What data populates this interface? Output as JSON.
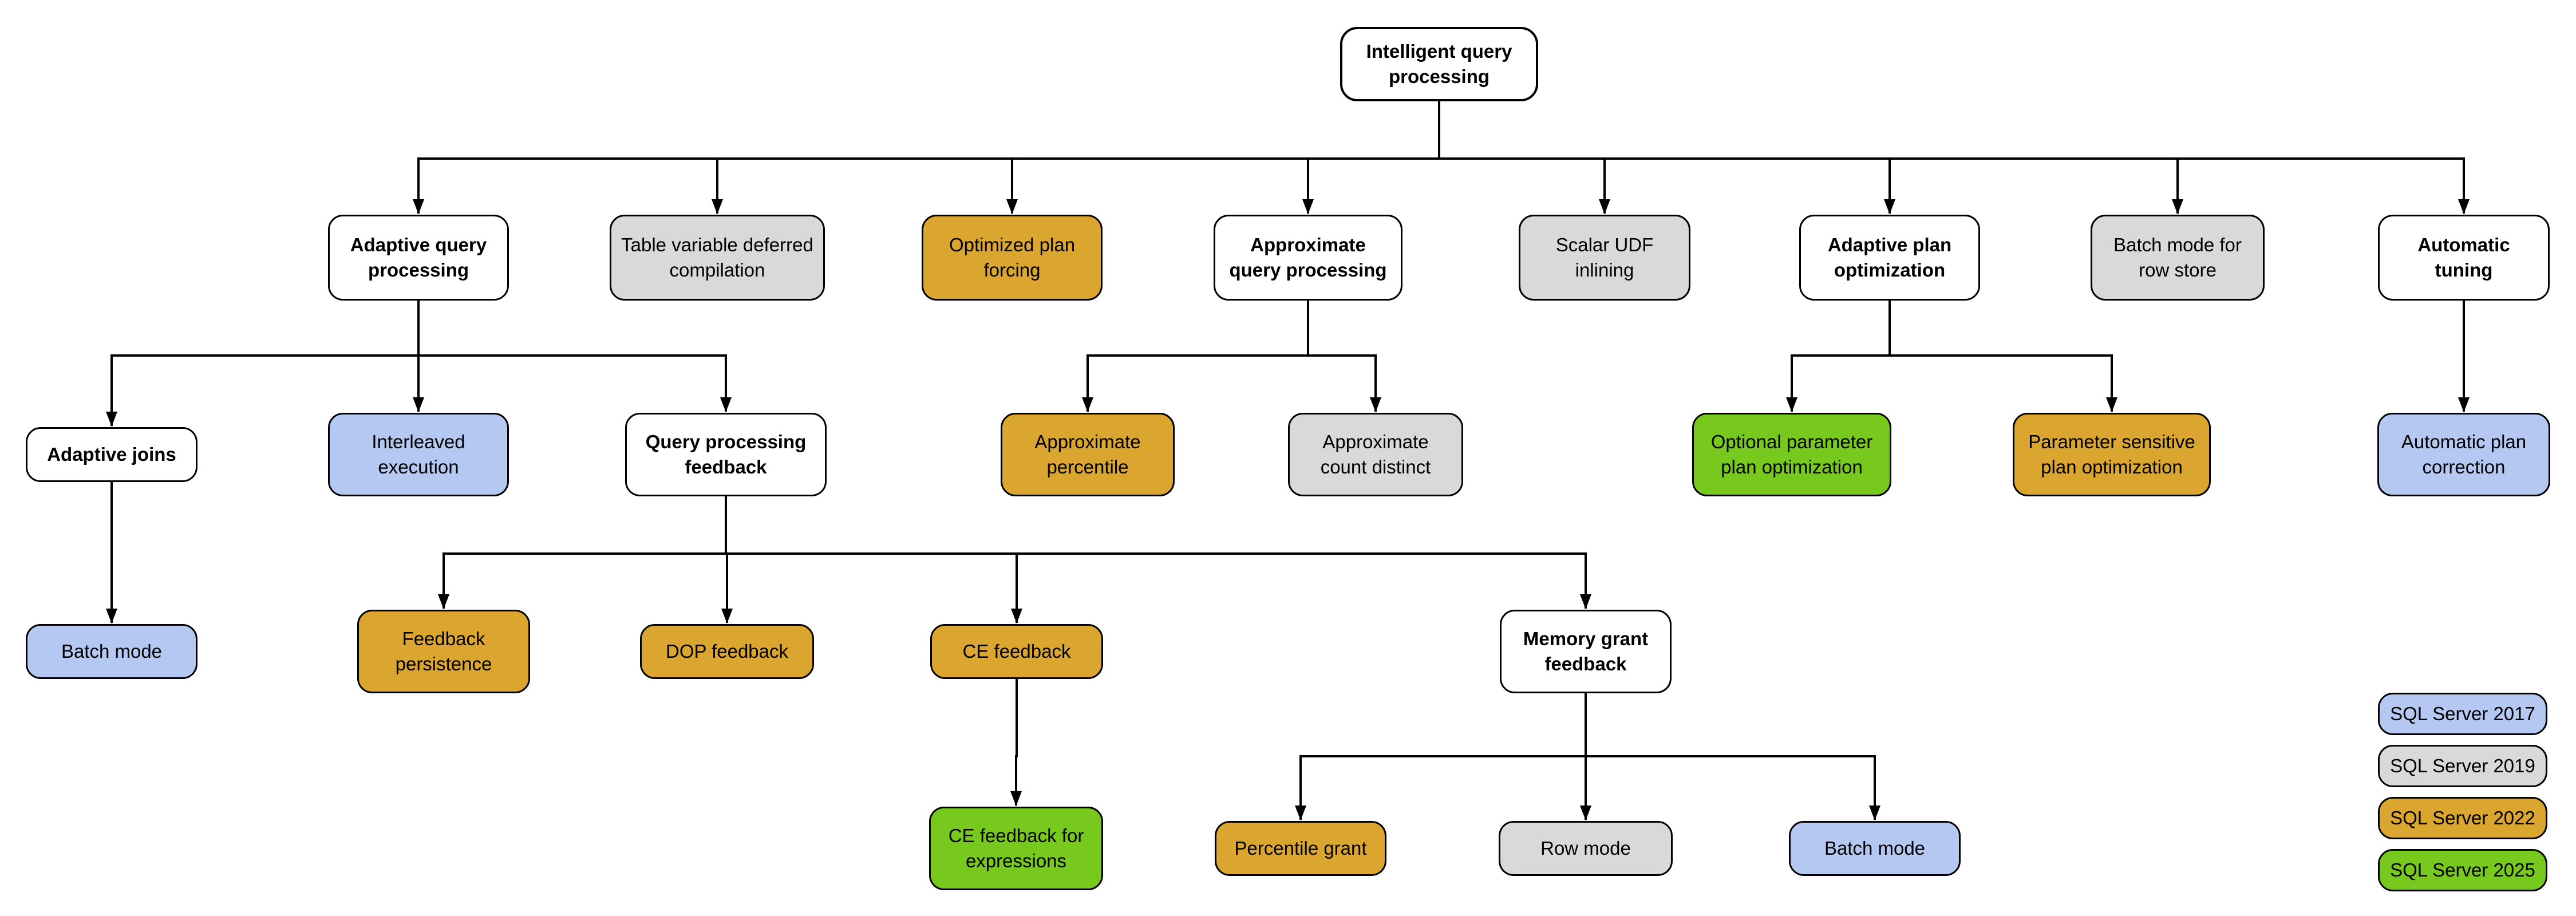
{
  "diagram": {
    "nodes": [
      {
        "id": "iqp",
        "label": "Intelligent query processing",
        "category": "parent"
      },
      {
        "id": "aqp",
        "label": "Adaptive query processing",
        "category": "parent"
      },
      {
        "id": "tvdc",
        "label": "Table variable deferred compilation",
        "category": "v2019"
      },
      {
        "id": "opf",
        "label": "Optimized plan forcing",
        "category": "v2022"
      },
      {
        "id": "aqproc",
        "label": "Approximate query processing",
        "category": "parent"
      },
      {
        "id": "sudf",
        "label": "Scalar UDF inlining",
        "category": "v2019"
      },
      {
        "id": "apo",
        "label": "Adaptive plan optimization",
        "category": "parent"
      },
      {
        "id": "bmrs",
        "label": "Batch mode for row store",
        "category": "v2019"
      },
      {
        "id": "at",
        "label": "Automatic tuning",
        "category": "parent"
      },
      {
        "id": "aj",
        "label": "Adaptive joins",
        "category": "parent"
      },
      {
        "id": "ie",
        "label": "Interleaved execution",
        "category": "v2017"
      },
      {
        "id": "qpf",
        "label": "Query processing feedback",
        "category": "parent"
      },
      {
        "id": "ap",
        "label": "Approximate percentile",
        "category": "v2022"
      },
      {
        "id": "acd",
        "label": "Approximate count distinct",
        "category": "v2019"
      },
      {
        "id": "oppo",
        "label": "Optional parameter plan optimization",
        "category": "v2025"
      },
      {
        "id": "pspo",
        "label": "Parameter sensitive plan optimization",
        "category": "v2022"
      },
      {
        "id": "apc",
        "label": "Automatic plan correction",
        "category": "v2017"
      },
      {
        "id": "bm1",
        "label": "Batch mode",
        "category": "v2017"
      },
      {
        "id": "fp",
        "label": "Feedback persistence",
        "category": "v2022"
      },
      {
        "id": "dopf",
        "label": "DOP feedback",
        "category": "v2022"
      },
      {
        "id": "cef",
        "label": "CE feedback",
        "category": "v2022"
      },
      {
        "id": "mgf",
        "label": "Memory grant feedback",
        "category": "parent"
      },
      {
        "id": "cefe",
        "label": "CE feedback for expressions",
        "category": "v2025"
      },
      {
        "id": "pg",
        "label": "Percentile grant",
        "category": "v2022"
      },
      {
        "id": "rm",
        "label": "Row mode",
        "category": "v2019"
      },
      {
        "id": "bm2",
        "label": "Batch mode",
        "category": "v2017"
      }
    ],
    "edges": [
      {
        "from": "iqp",
        "to": [
          "aqp",
          "tvdc",
          "opf",
          "aqproc",
          "sudf",
          "apo",
          "bmrs",
          "at"
        ]
      },
      {
        "from": "aqp",
        "to": [
          "aj",
          "ie",
          "qpf"
        ]
      },
      {
        "from": "aqproc",
        "to": [
          "ap",
          "acd"
        ]
      },
      {
        "from": "apo",
        "to": [
          "oppo",
          "pspo"
        ]
      },
      {
        "from": "at",
        "to": [
          "apc"
        ]
      },
      {
        "from": "aj",
        "to": [
          "bm1"
        ]
      },
      {
        "from": "qpf",
        "to": [
          "fp",
          "dopf",
          "cef",
          "mgf"
        ]
      },
      {
        "from": "cef",
        "to": [
          "cefe"
        ]
      },
      {
        "from": "mgf",
        "to": [
          "pg",
          "rm",
          "bm2"
        ]
      }
    ],
    "legend": [
      {
        "label": "SQL Server 2017",
        "category": "v2017"
      },
      {
        "label": "SQL Server 2019",
        "category": "v2019"
      },
      {
        "label": "SQL Server 2022",
        "category": "v2022"
      },
      {
        "label": "SQL Server 2025",
        "category": "v2025"
      }
    ],
    "palette": {
      "parent": "#ffffff",
      "v2017": "#b4c8f2",
      "v2019": "#d9d9d9",
      "v2022": "#dba62f",
      "v2025": "#77c91e",
      "line": "#000000"
    }
  }
}
